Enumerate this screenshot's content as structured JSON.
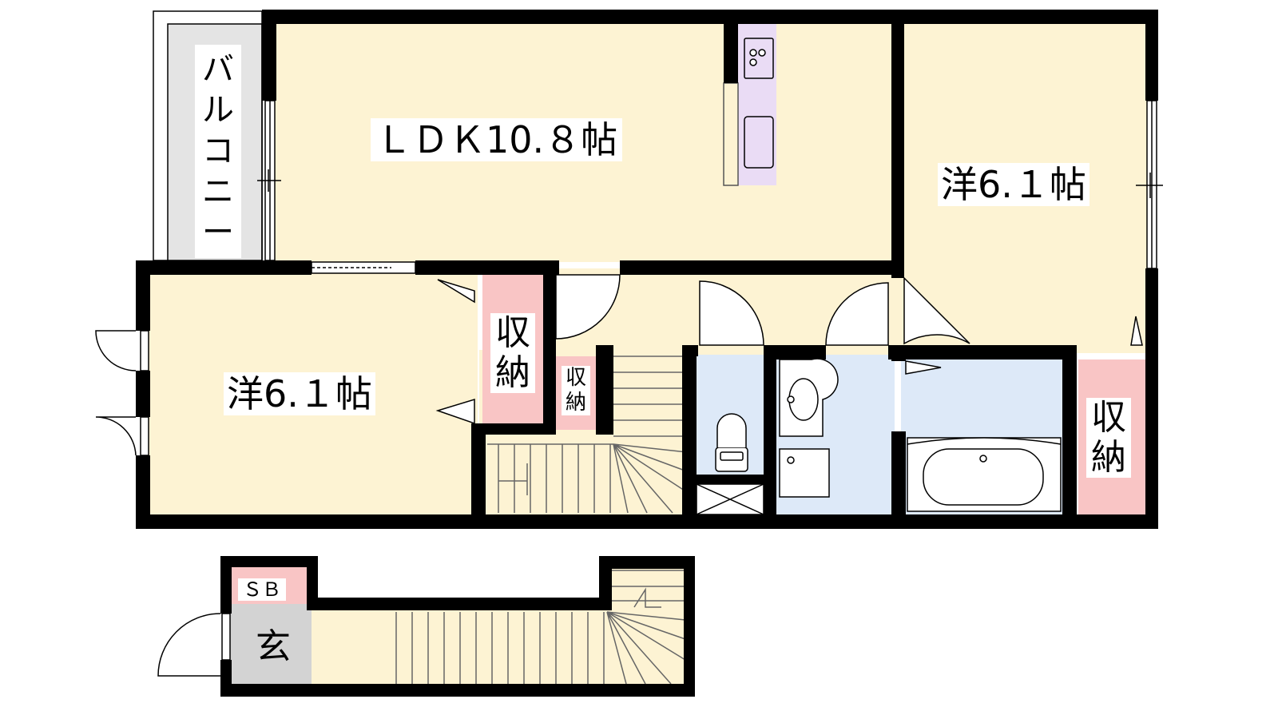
{
  "colors": {
    "floor": "#fdf3d3",
    "wet_area": "#dde9f8",
    "storage": "#f9c5c5",
    "kitchen": "#eadcf5",
    "balcony": "#e4e4e4",
    "entrance": "#d3d3d3",
    "wall": "#000000",
    "stair_line": "#666666"
  },
  "rooms": {
    "ldk": {
      "label": "ＬＤＫ10.８帖"
    },
    "western_right": {
      "label": "洋6.１帖"
    },
    "western_left": {
      "label": "洋6.１帖"
    },
    "balcony": {
      "label": "バルコニー"
    },
    "storage_left": {
      "label": "収納"
    },
    "storage_small": {
      "label": "収納"
    },
    "storage_right": {
      "label": "収納"
    },
    "shoe_box": {
      "label": "ＳＢ"
    },
    "entrance": {
      "label": "玄"
    }
  }
}
